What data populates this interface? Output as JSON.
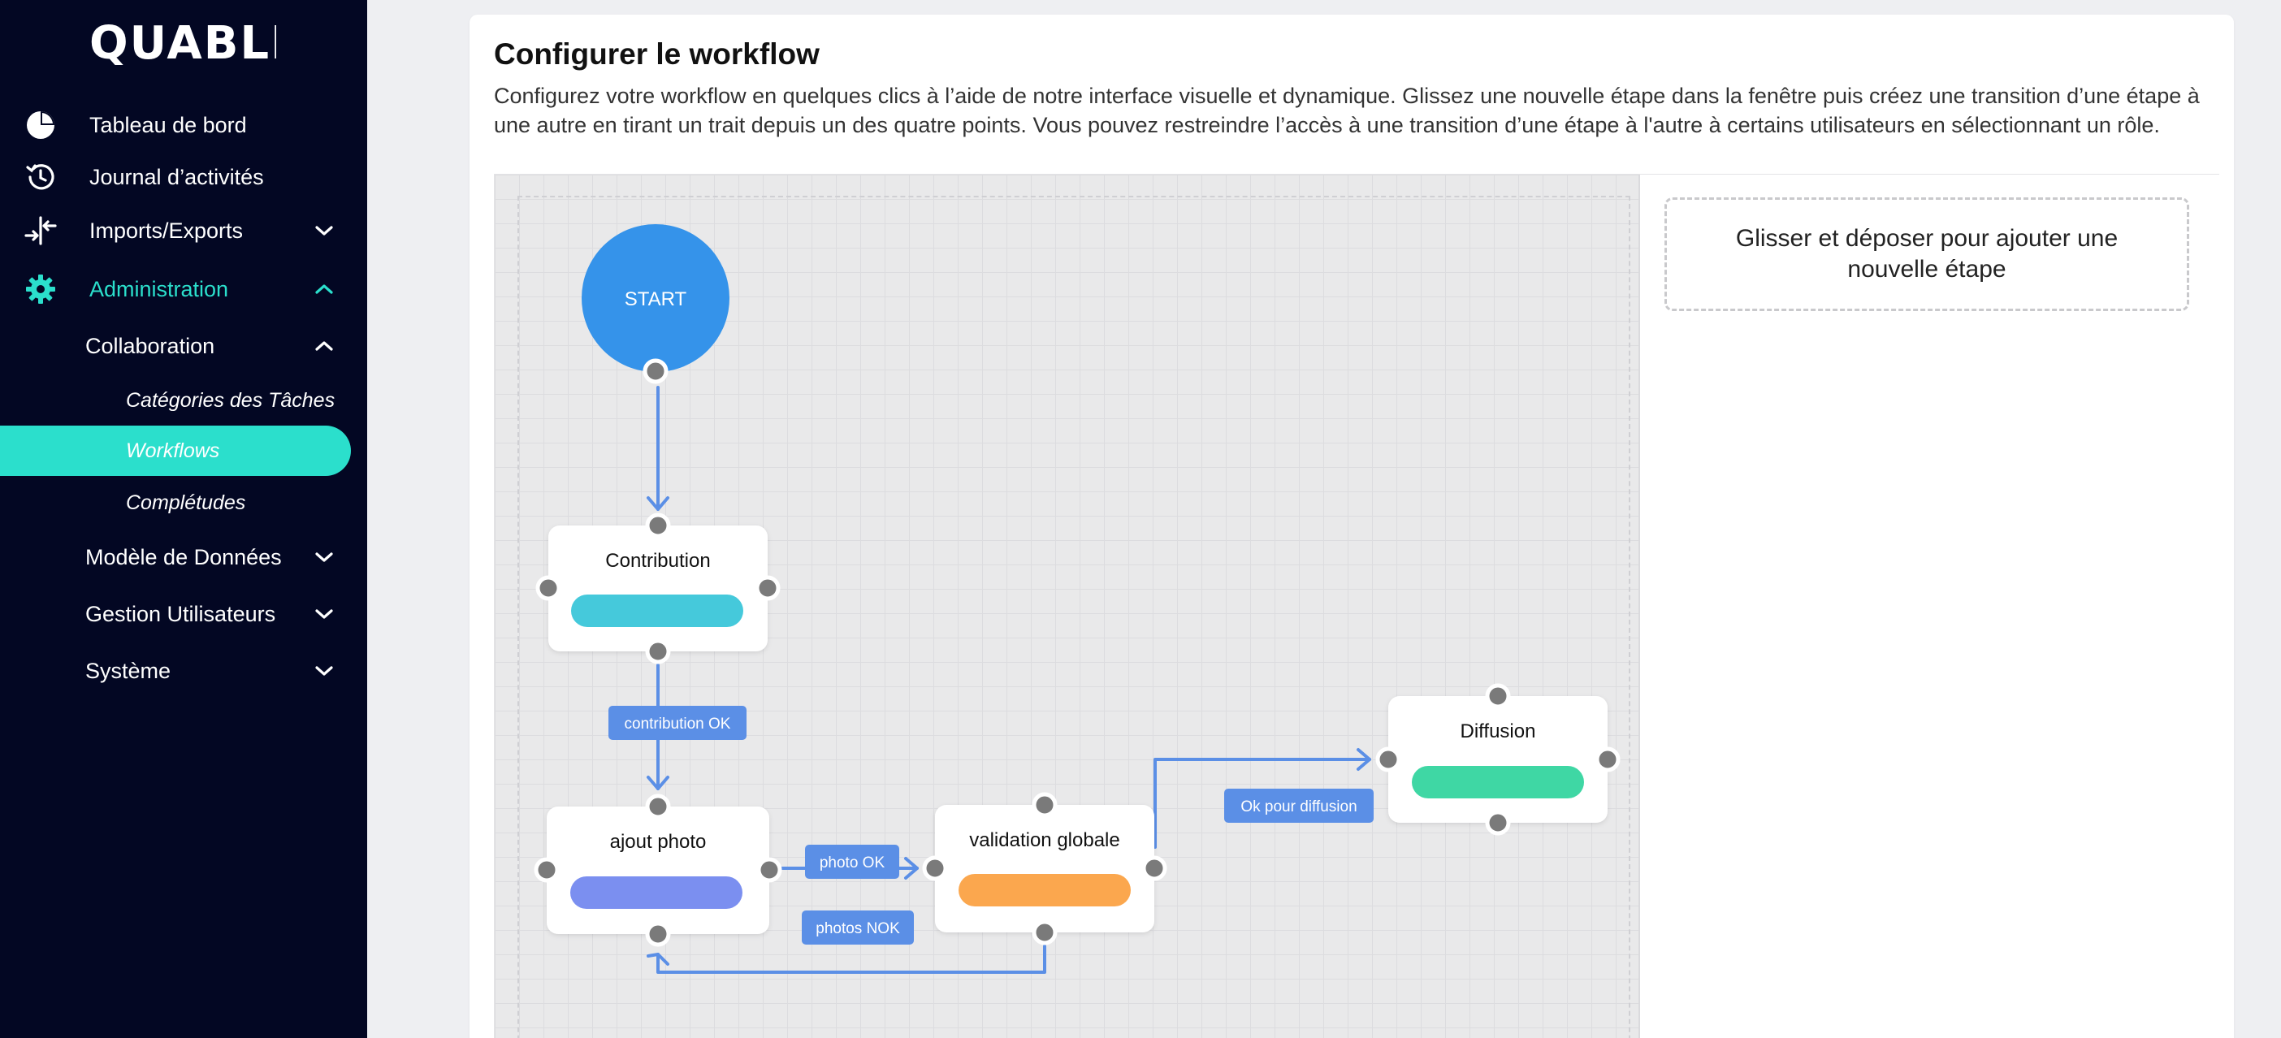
{
  "brand": {
    "logo_text": "QUABLE"
  },
  "sidebar": {
    "items": [
      {
        "label": "Tableau de bord",
        "icon": "pie-chart-icon"
      },
      {
        "label": "Journal d’activités",
        "icon": "history-icon"
      },
      {
        "label": "Imports/Exports",
        "icon": "import-export-icon",
        "chevron": "chevron-down-icon"
      },
      {
        "label": "Administration",
        "icon": "gear-icon",
        "chevron": "chevron-up-icon",
        "active": true
      }
    ],
    "sub_items": [
      {
        "label": "Collaboration",
        "chevron": "chevron-up-icon"
      },
      {
        "label": "Modèle de Données",
        "chevron": "chevron-down-icon"
      },
      {
        "label": "Gestion Utilisateurs",
        "chevron": "chevron-down-icon"
      },
      {
        "label": "Système",
        "chevron": "chevron-down-icon"
      }
    ],
    "collaboration_children": [
      {
        "label": "Catégories des Tâches"
      },
      {
        "label": "Workflows",
        "selected": true
      },
      {
        "label": "Complétudes"
      }
    ],
    "accent_color": "#2bdfcc",
    "background_color": "#030723"
  },
  "main": {
    "title": "Configurer le workflow",
    "description": "Configurez votre workflow en quelques clics à l’aide de notre interface visuelle et dynamique. Glissez une nouvelle étape dans la fenêtre puis créez une transition d’une étape à une autre en tirant un trait depuis un des quatre points. Vous pouvez restreindre l’accès à une transition d’une étape à l'autre à certains utilisateurs en sélectionnant un rôle."
  },
  "workflow": {
    "start_label": "START",
    "nodes": [
      {
        "id": "contribution",
        "label": "Contribution",
        "color": "#45c9db"
      },
      {
        "id": "ajout_photo",
        "label": "ajout photo",
        "color": "#7b8ff0"
      },
      {
        "id": "validation_globale",
        "label": "validation globale",
        "color": "#fba74e"
      },
      {
        "id": "diffusion",
        "label": "Diffusion",
        "color": "#3fd7a4"
      }
    ],
    "transitions": [
      {
        "label": "contribution OK"
      },
      {
        "label": "photo OK"
      },
      {
        "label": "photos NOK"
      },
      {
        "label": "Ok pour diffusion"
      }
    ],
    "edge_color": "#5b8fe6",
    "label_bg_color": "#5b8fe6",
    "handle_color": "#7a7a7a"
  },
  "panel": {
    "dropzone_text": "Glisser et déposer pour ajouter une nouvelle étape"
  }
}
